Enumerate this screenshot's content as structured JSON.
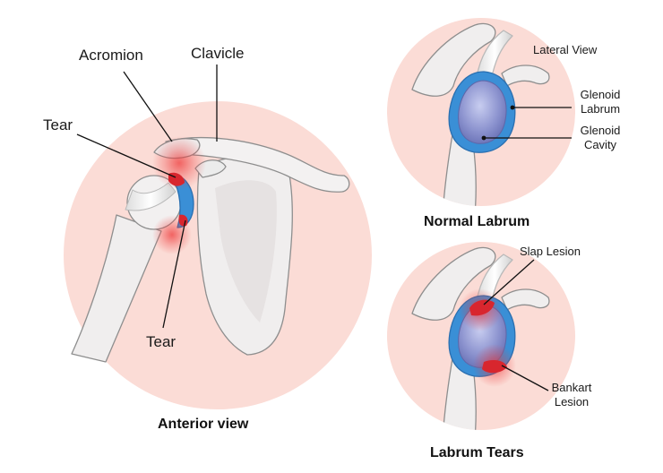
{
  "colors": {
    "background": "#ffffff",
    "circle_fill": "#fbdcd6",
    "bone_fill": "#f0eeee",
    "bone_stroke": "#8e8e8e",
    "labrum_blue": "#3a8fd6",
    "glenoid_purple": "#7f86c4",
    "tear_red": "#d8262e",
    "inflammation_red": "#ee3b3b",
    "leader_line": "#111111",
    "text": "#1a1a1a"
  },
  "anterior": {
    "labels": {
      "acromion": "Acromion",
      "clavicle": "Clavicle",
      "tear_upper": "Tear",
      "tear_lower": "Tear"
    },
    "caption": "Anterior view"
  },
  "normal": {
    "labels": {
      "lateral_view": "Lateral View",
      "glenoid_labrum": [
        "Glenoid",
        "Labrum"
      ],
      "glenoid_cavity": [
        "Glenoid",
        "Cavity"
      ]
    },
    "caption": "Normal Labrum"
  },
  "tears": {
    "labels": {
      "slap_lesion": "Slap Lesion",
      "bankart_lesion": [
        "Bankart",
        "Lesion"
      ]
    },
    "caption": "Labrum Tears"
  },
  "icons": {
    "anterior_shoulder": "shoulder-joint-anterior-illustration",
    "lateral_normal": "glenoid-lateral-illustration",
    "lateral_tear": "glenoid-tear-illustration"
  }
}
